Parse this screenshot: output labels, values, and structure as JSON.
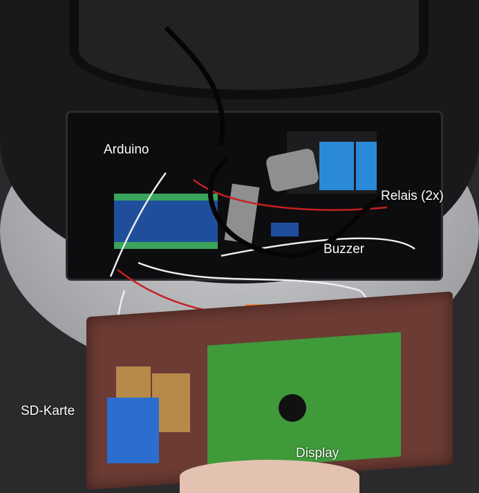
{
  "labels": {
    "arduino": "Arduino",
    "relais": "Relais (2x)",
    "buzzer": "Buzzer",
    "sd_karte": "SD-Karte",
    "display": "Display"
  },
  "colors": {
    "housing": "#1c1c1e",
    "silver": "#a9abad",
    "lid_brown": "#6b3b34",
    "pcb_green": "#3f9a3a",
    "arduino_blue": "#1f4f9c",
    "relay_blue": "#2a8ad8",
    "sd_blue": "#2c6ed0"
  }
}
